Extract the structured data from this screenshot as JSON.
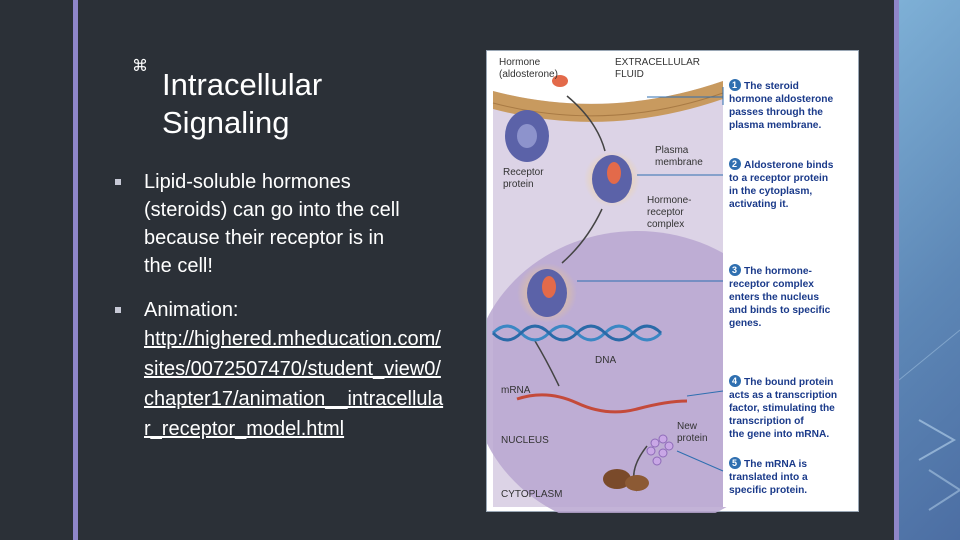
{
  "slide": {
    "icon": "⌘",
    "title_lines": [
      "Intracellular",
      "Signaling"
    ],
    "bullets": [
      {
        "text_lines": [
          "Lipid-soluble hormones",
          "(steroids) can go into the cell",
          "because their receptor is in",
          "the cell!"
        ]
      },
      {
        "text": "Animation:",
        "link": "http://highered.mheducation.com/sites/0072507470/student_view0/chapter17/animation__intracellular_receptor_model.html"
      }
    ]
  },
  "figure": {
    "labels": {
      "hormone": "Hormone",
      "hormone_sub": "(aldosterone)",
      "extracellular_1": "EXTRACELLULAR",
      "extracellular_2": "FLUID",
      "plasma_1": "Plasma",
      "plasma_2": "membrane",
      "receptor_1": "Receptor",
      "receptor_2": "protein",
      "complex_1": "Hormone-",
      "complex_2": "receptor",
      "complex_3": "complex",
      "dna": "DNA",
      "mrna": "mRNA",
      "nucleus": "NUCLEUS",
      "new_protein_1": "New",
      "new_protein_2": "protein",
      "cytoplasm": "CYTOPLASM"
    },
    "steps": [
      {
        "num": "1",
        "lines": [
          "The steroid",
          "hormone aldosterone",
          "passes through the",
          "plasma membrane."
        ]
      },
      {
        "num": "2",
        "lines": [
          "Aldosterone binds",
          "to a receptor protein",
          "in the cytoplasm,",
          "activating it."
        ]
      },
      {
        "num": "3",
        "lines": [
          "The hormone-",
          "receptor complex",
          "enters the nucleus",
          "and binds to specific",
          "genes."
        ]
      },
      {
        "num": "4",
        "lines": [
          "The bound protein",
          "acts as a transcription",
          "factor, stimulating the",
          "transcription of",
          "the gene into mRNA."
        ]
      },
      {
        "num": "5",
        "lines": [
          "The mRNA is",
          "translated into a",
          "specific protein."
        ]
      }
    ],
    "colors": {
      "cytoplasm": "#dcd3e6",
      "nucleus": "#b8a6d0",
      "membrane": "#c89a5f",
      "step_circle": "#2f6fb0",
      "step_text": "#1a3a8a",
      "hormone": "#e36a4a",
      "receptor": "#5b62a8"
    }
  }
}
